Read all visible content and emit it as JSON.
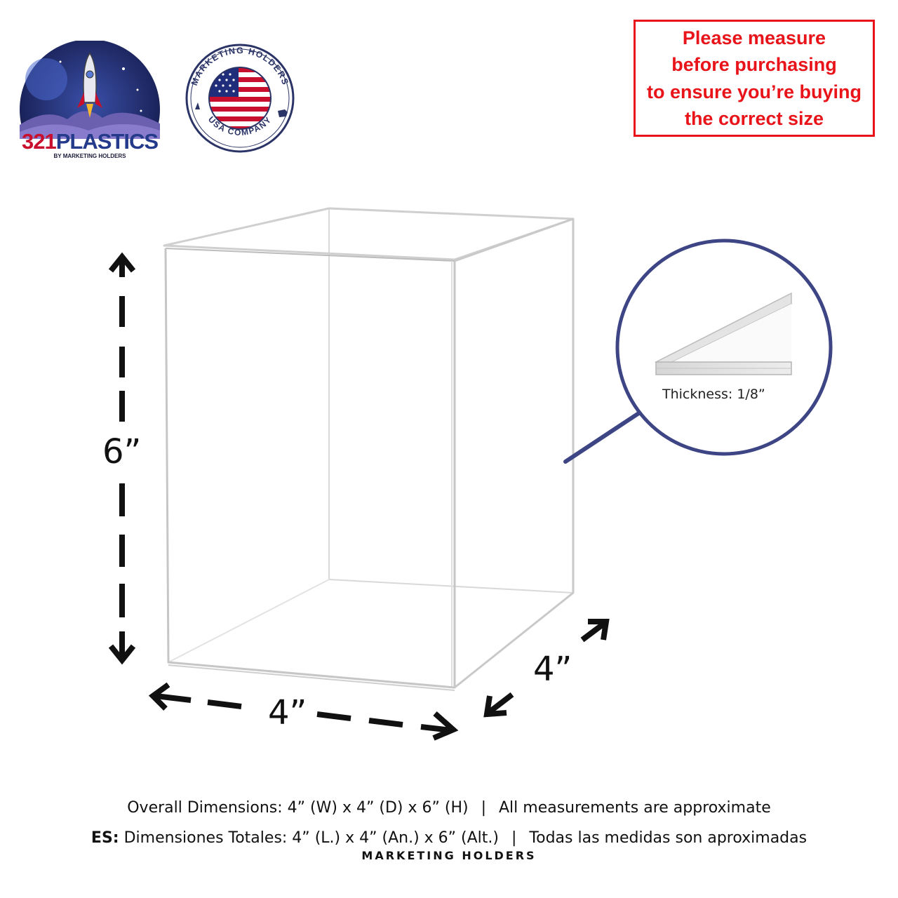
{
  "logos": {
    "plastics": {
      "number": "321",
      "word": "PLASTICS",
      "byline": "BY MARKETING HOLDERS"
    },
    "usa_seal": {
      "top_text": "MARKETING HOLDERS",
      "bottom_text": "USA COMPANY",
      "emblem": "us-flag-icon"
    }
  },
  "warning": {
    "lines": [
      "Please measure",
      "before purchasing",
      "to ensure you’re buying",
      "the correct size"
    ],
    "color": "#e8141a"
  },
  "dimensions": {
    "height_label": "6”",
    "width_label": "4”",
    "depth_label": "4”",
    "thickness_label": "Thickness: 1/8”"
  },
  "footer": {
    "line1_left": "Overall Dimensions: 4” (W) x 4” (D) x 6” (H)",
    "separator": "|",
    "line1_right": "All measurements are approximate",
    "line2_prefix": "ES:",
    "line2_left": "Dimensiones Totales: 4” (L.) x 4” (An.) x 6” (Alt.)",
    "line2_right": "Todas las medidas son aproximadas",
    "brand": "MARKETING HOLDERS"
  },
  "colors": {
    "accent_navy": "#3d4585",
    "warning_red": "#e8141a"
  }
}
